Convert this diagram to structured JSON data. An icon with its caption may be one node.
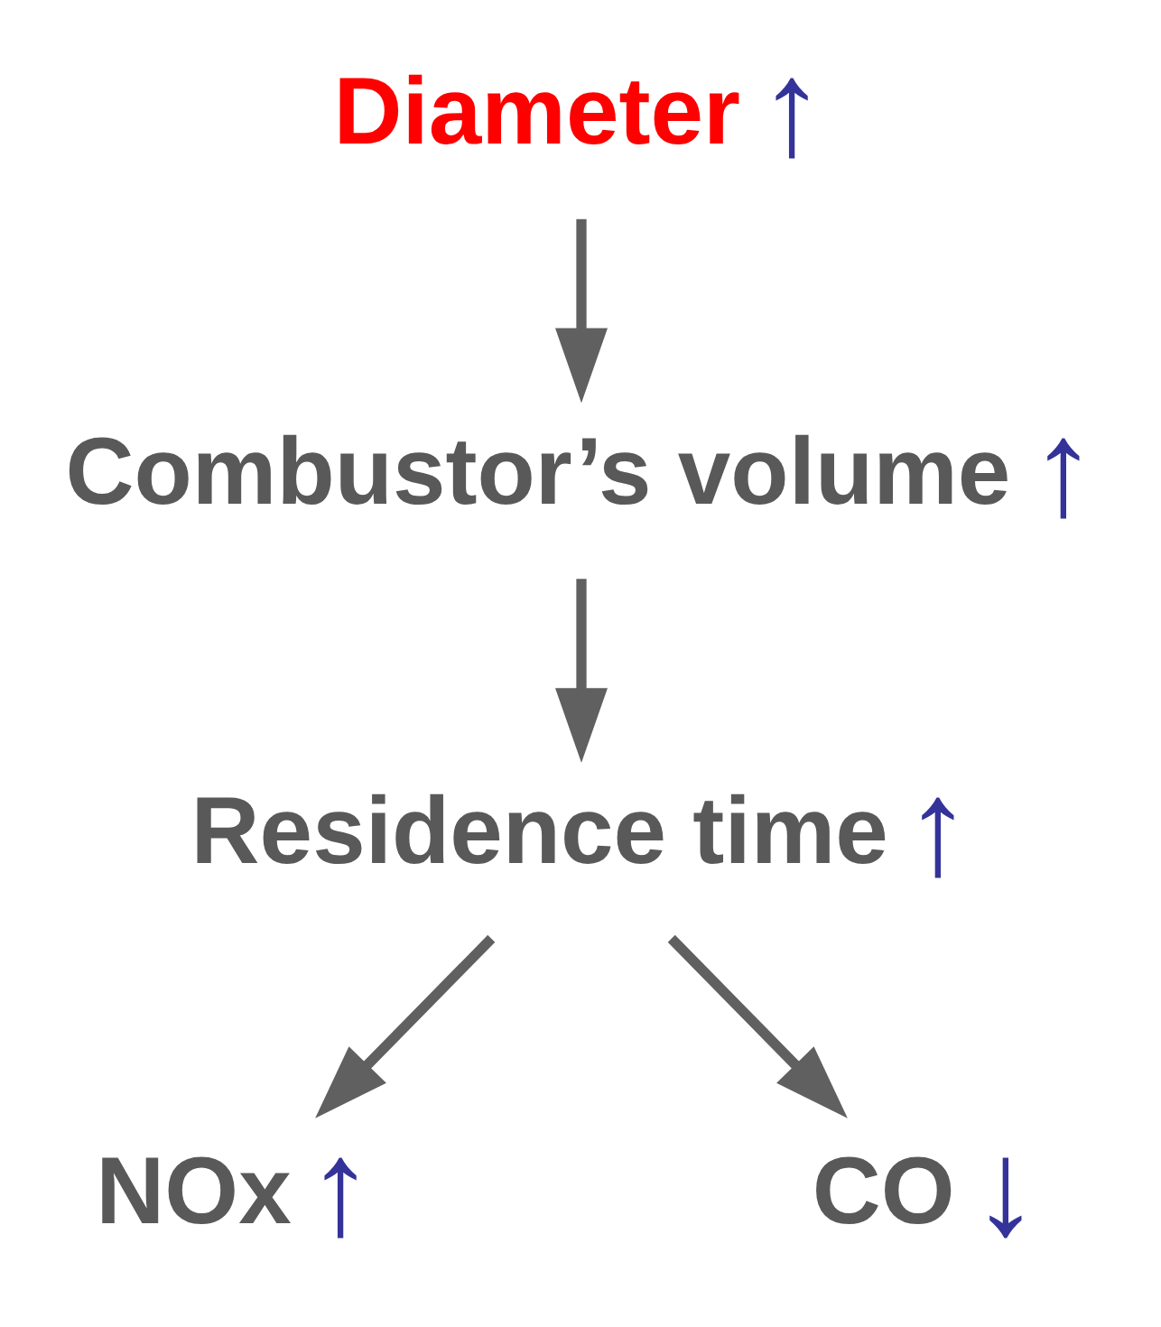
{
  "diagram": {
    "nodes": [
      {
        "text": [
          "Diameter"
        ],
        "beside": [
          "↑"
        ]
      },
      {
        "text": [
          "Combustor’s volume"
        ],
        "beside": [
          "↑"
        ]
      },
      {
        "text": [
          "Residence time"
        ],
        "beside": [
          "↑"
        ]
      },
      {
        "text": [
          "NOx"
        ],
        "beside": [
          "↑"
        ]
      },
      {
        "text": [
          "CO"
        ],
        "beside": [
          "↓"
        ]
      }
    ],
    "edges": [
      {
        "from": 0,
        "to": 1,
        "arrow": "to"
      },
      {
        "from": 1,
        "to": 2,
        "arrow": "to"
      },
      {
        "from": 2,
        "to": 3,
        "arrow": "to"
      },
      {
        "from": 2,
        "to": 4,
        "arrow": "to"
      }
    ]
  }
}
